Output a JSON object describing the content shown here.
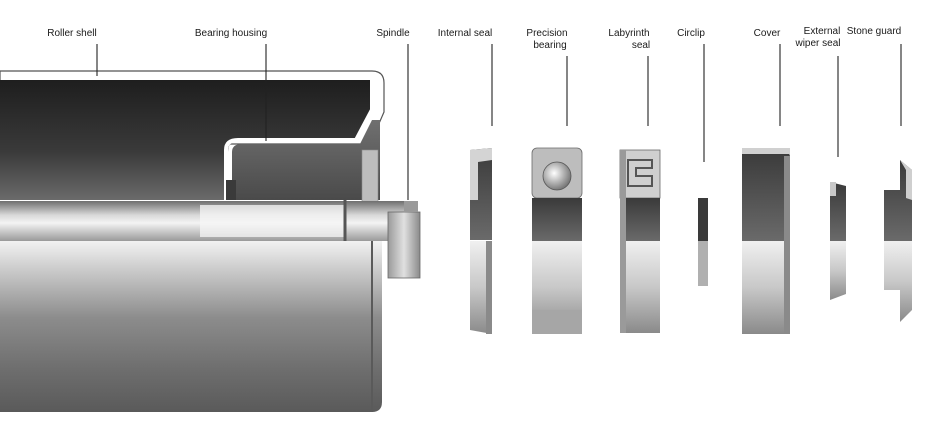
{
  "labels": {
    "roller_shell": "Roller shell",
    "bearing_housing": "Bearing housing",
    "spindle": "Spindle",
    "internal_seal": "Internal seal",
    "precision_bearing_1": "Precision",
    "precision_bearing_2": "bearing",
    "labyrinth_seal_1": "Labyrinth",
    "labyrinth_seal_2": "seal",
    "circlip": "Circlip",
    "cover": "Cover",
    "external_wiper_seal_1": "External",
    "external_wiper_seal_2": "wiper seal",
    "stone_guard": "Stone guard"
  },
  "colors": {
    "dark": "#2b2b2b",
    "mid": "#8a8a8a",
    "light": "#e6e6e6",
    "outline": "#3a3a3a"
  }
}
